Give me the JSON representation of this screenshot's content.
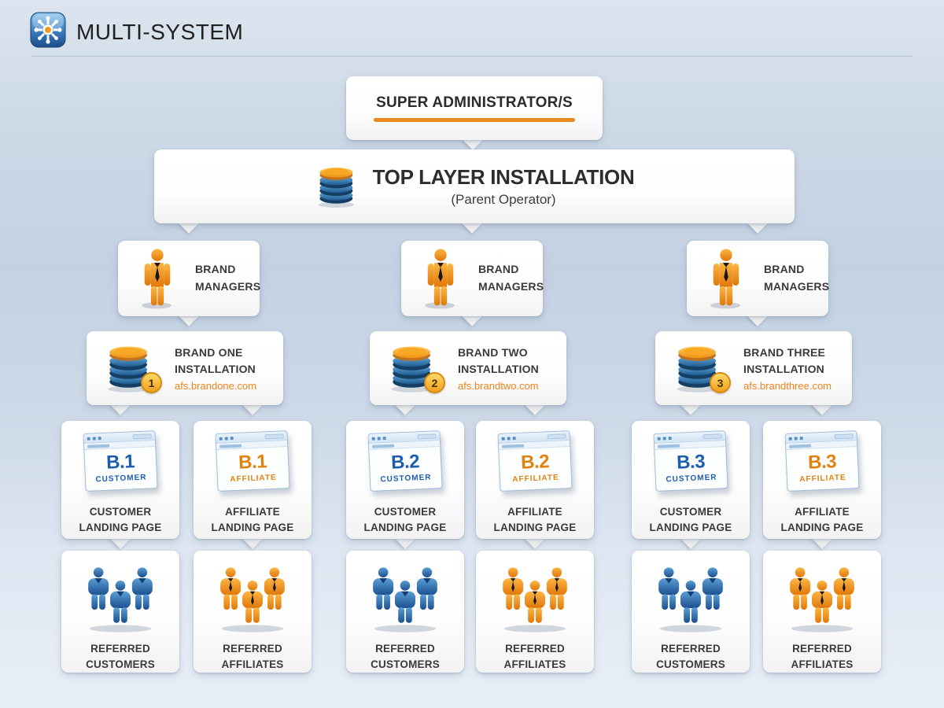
{
  "header": {
    "title": "MULTI-SYSTEM",
    "logo_icon": "hub-icon"
  },
  "palette": {
    "accent_orange": "#e8891d",
    "link_orange": "#ee8520",
    "brand_blue": "#1d5dad",
    "dark_text": "#3a3a3a",
    "background_blue": "#c3d1e2"
  },
  "super_admin": {
    "title": "SUPER ADMINISTRATOR/S"
  },
  "top_layer": {
    "title": "TOP LAYER INSTALLATION",
    "subtitle": "(Parent Operator)",
    "icon": "database-icon"
  },
  "branches": [
    {
      "managers_label": "BRAND MANAGERS",
      "installation": {
        "title": "BRAND ONE INSTALLATION",
        "domain": "afs.brandone.com",
        "badge": "1",
        "icon": "database-icon"
      },
      "customer_page": {
        "code": "B.1",
        "type_label": "CUSTOMER",
        "caption": "CUSTOMER LANDING PAGE",
        "icon": "browser-icon"
      },
      "affiliate_page": {
        "code": "B.1",
        "type_label": "AFFILIATE",
        "caption": "AFFILIATE LANDING PAGE",
        "icon": "browser-icon"
      },
      "referred_customers": {
        "caption": "REFERRED CUSTOMERS",
        "icon": "people-blue-icon"
      },
      "referred_affiliates": {
        "caption": "REFERRED AFFILIATES",
        "icon": "people-orange-icon"
      }
    },
    {
      "managers_label": "BRAND MANAGERS",
      "installation": {
        "title": "BRAND TWO INSTALLATION",
        "domain": "afs.brandtwo.com",
        "badge": "2",
        "icon": "database-icon"
      },
      "customer_page": {
        "code": "B.2",
        "type_label": "CUSTOMER",
        "caption": "CUSTOMER LANDING PAGE",
        "icon": "browser-icon"
      },
      "affiliate_page": {
        "code": "B.2",
        "type_label": "AFFILIATE",
        "caption": "AFFILIATE LANDING PAGE",
        "icon": "browser-icon"
      },
      "referred_customers": {
        "caption": "REFERRED CUSTOMERS",
        "icon": "people-blue-icon"
      },
      "referred_affiliates": {
        "caption": "REFERRED AFFILIATES",
        "icon": "people-orange-icon"
      }
    },
    {
      "managers_label": "BRAND MANAGERS",
      "installation": {
        "title": "BRAND THREE INSTALLATION",
        "domain": "afs.brandthree.com",
        "badge": "3",
        "icon": "database-icon"
      },
      "customer_page": {
        "code": "B.3",
        "type_label": "CUSTOMER",
        "caption": "CUSTOMER LANDING PAGE",
        "icon": "browser-icon"
      },
      "affiliate_page": {
        "code": "B.3",
        "type_label": "AFFILIATE",
        "caption": "AFFILIATE LANDING PAGE",
        "icon": "browser-icon"
      },
      "referred_customers": {
        "caption": "REFERRED CUSTOMERS",
        "icon": "people-blue-icon"
      },
      "referred_affiliates": {
        "caption": "REFERRED AFFILIATES",
        "icon": "people-orange-icon"
      }
    }
  ]
}
